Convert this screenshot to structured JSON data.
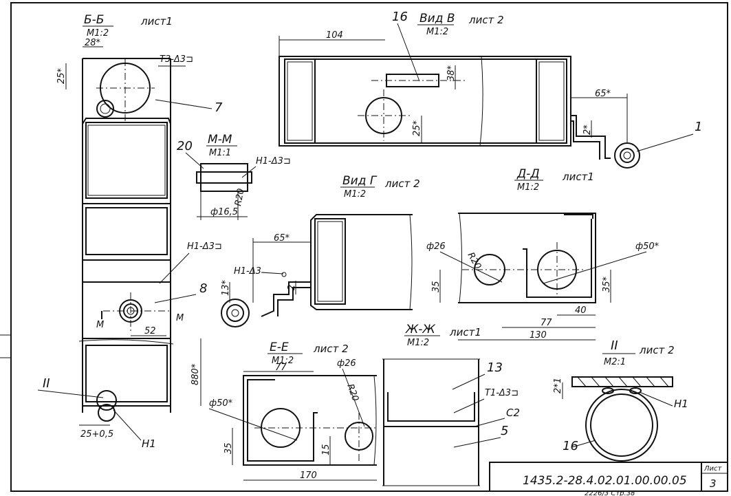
{
  "sections": {
    "bb": {
      "title": "Б-Б",
      "scale": "М1:2",
      "sheet": "лист1"
    },
    "view_v": {
      "title": "Вид В",
      "scale": "М1:2",
      "sheet": "лист 2"
    },
    "mm": {
      "title": "М-М",
      "scale": "М1:1"
    },
    "view_g": {
      "title": "Вид Г",
      "scale": "М1:2",
      "sheet": "лист 2"
    },
    "dd": {
      "title": "Д-Д",
      "scale": "М1:2",
      "sheet": "лист1"
    },
    "zhzh": {
      "title": "Ж-Ж",
      "scale": "М1:2",
      "sheet": "лист1"
    },
    "ee": {
      "title": "Е-Е",
      "scale": "М1:2",
      "sheet": "лист 2"
    },
    "det2": {
      "title": "II",
      "scale": "М2:1",
      "sheet": "лист 2"
    }
  },
  "dimensions": {
    "d28": "28*",
    "d25": "25*",
    "d104": "104",
    "d38": "38*",
    "d65a": "65*",
    "d2a": "2*",
    "d25b": "25*",
    "d165": "ф16,5",
    "d65b": "65*",
    "d13": "13*",
    "d2b": "2",
    "d52": "52",
    "d880": "880*",
    "d2505": "25+0,5",
    "d26a": "ф26",
    "dr20a": "R20",
    "d35a": "35",
    "d50a": "ф50*",
    "d35b": "35*",
    "d40": "40",
    "d77a": "77",
    "d130": "130",
    "d77b": "77",
    "d26b": "ф26",
    "dr20b": "R20",
    "d50b": "ф50*",
    "d35c": "35",
    "d15": "15",
    "d170": "170",
    "d2c": "2*1"
  },
  "callouts": {
    "c1": "1",
    "c5": "5",
    "c7": "7",
    "c8": "8",
    "c13": "13",
    "c16a": "16",
    "c16b": "16",
    "c20": "20",
    "cII": "II",
    "cM1": "М",
    "cM2": "М"
  },
  "welds": {
    "w1": "Т3-Δ3⊐",
    "w2": "Н1-Δ3⊐",
    "w3": "Н1-Δ3⊐",
    "w4": "Н1-Δ3",
    "w5": "Т1-Δ3⊐",
    "w6": "С2",
    "w7": "Н1",
    "w8": "Н1"
  },
  "title_block": {
    "doc_number": "1435.2-28.4.02.01.00.00.05",
    "sheet_label": "Лист",
    "sheet_number": "3",
    "footer": "2226/3 Стр.38"
  }
}
